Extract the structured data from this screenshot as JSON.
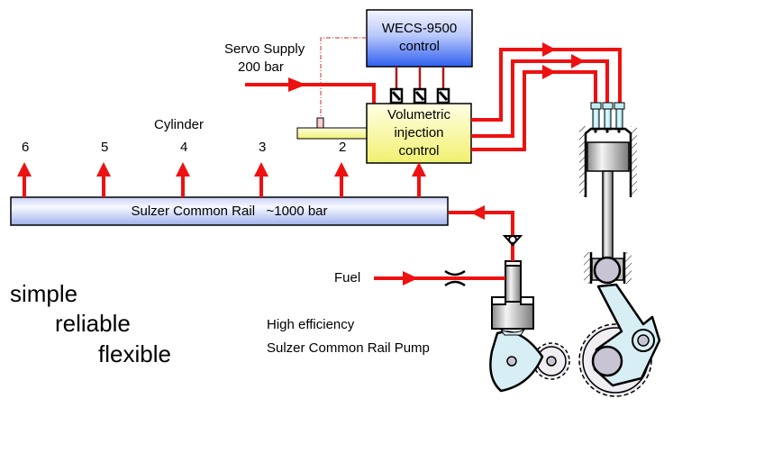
{
  "wecs": {
    "line1": "WECS-9500",
    "line2": "control"
  },
  "volumetric": {
    "line1": "Volumetric",
    "line2": "injection",
    "line3": "control"
  },
  "servo": {
    "line1": "Servo Supply",
    "line2": "200 bar"
  },
  "cylinder_label": "Cylinder",
  "cylinder_numbers": [
    "6",
    "5",
    "4",
    "3",
    "2"
  ],
  "rail": {
    "label": "Sulzer Common Rail   ~1000 bar"
  },
  "fuel_label": "Fuel",
  "pump": {
    "line1": "High efficiency",
    "line2": "Sulzer Common Rail Pump"
  },
  "features": [
    "simple",
    "reliable",
    "flexible"
  ],
  "colors": {
    "pipe": "#ee1111",
    "wecs_top": "#eef2ff",
    "wecs_bottom": "#2f5ff0",
    "volumetric_top": "#ffffe0",
    "volumetric_bottom": "#f2f27a",
    "rail_top": "#f4f6ff",
    "rail_bottom": "#a9b9ee",
    "injector": "#bfeff4",
    "mechanism": "#d8eef5"
  }
}
